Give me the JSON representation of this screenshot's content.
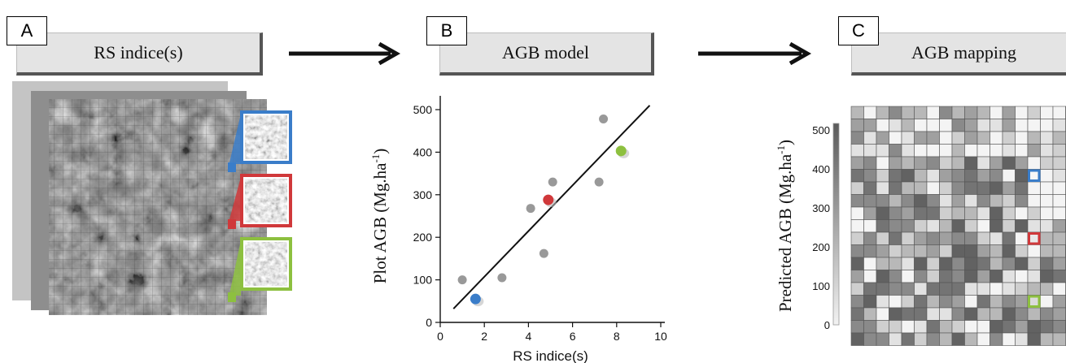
{
  "panels": [
    {
      "tag": "A",
      "title": "RS indice(s)"
    },
    {
      "tag": "B",
      "title": "AGB model"
    },
    {
      "tag": "C",
      "title": "AGB mapping"
    }
  ],
  "chart_data": {
    "type": "scatter",
    "xlabel": "RS indice(s)",
    "ylabel": "Plot AGB (Mg.ha",
    "ylabel_sup": "-1",
    "ylabel_close": ")",
    "xlim": [
      0,
      10
    ],
    "ylim": [
      0,
      500
    ],
    "x_ticks": [
      "0",
      "2",
      "4",
      "6",
      "8",
      "10"
    ],
    "y_ticks": [
      "0",
      "100",
      "200",
      "300",
      "400",
      "500"
    ],
    "points": [
      {
        "x": 1.0,
        "y": 100
      },
      {
        "x": 2.8,
        "y": 105
      },
      {
        "x": 4.1,
        "y": 268
      },
      {
        "x": 4.7,
        "y": 162
      },
      {
        "x": 5.1,
        "y": 330
      },
      {
        "x": 7.2,
        "y": 330
      },
      {
        "x": 7.4,
        "y": 478
      }
    ],
    "highlighted_points": [
      {
        "x": 1.6,
        "y": 55,
        "color": "#3a7dc9"
      },
      {
        "x": 4.9,
        "y": 288,
        "color": "#d0383a"
      },
      {
        "x": 8.2,
        "y": 403,
        "color": "#8dc03f"
      }
    ],
    "fit_line": {
      "x": [
        0.6,
        9.5
      ],
      "y": [
        32,
        510
      ]
    }
  },
  "map_legend": {
    "ylabel": "Predicted AGB (Mg.ha",
    "ylabel_sup": "-1",
    "ylabel_close": ")",
    "ticks": [
      "0",
      "100",
      "200",
      "300",
      "400",
      "500"
    ],
    "range": [
      0,
      500
    ]
  },
  "highlight_colors": [
    "#3a7dc9",
    "#d0383a",
    "#8dc03f"
  ]
}
